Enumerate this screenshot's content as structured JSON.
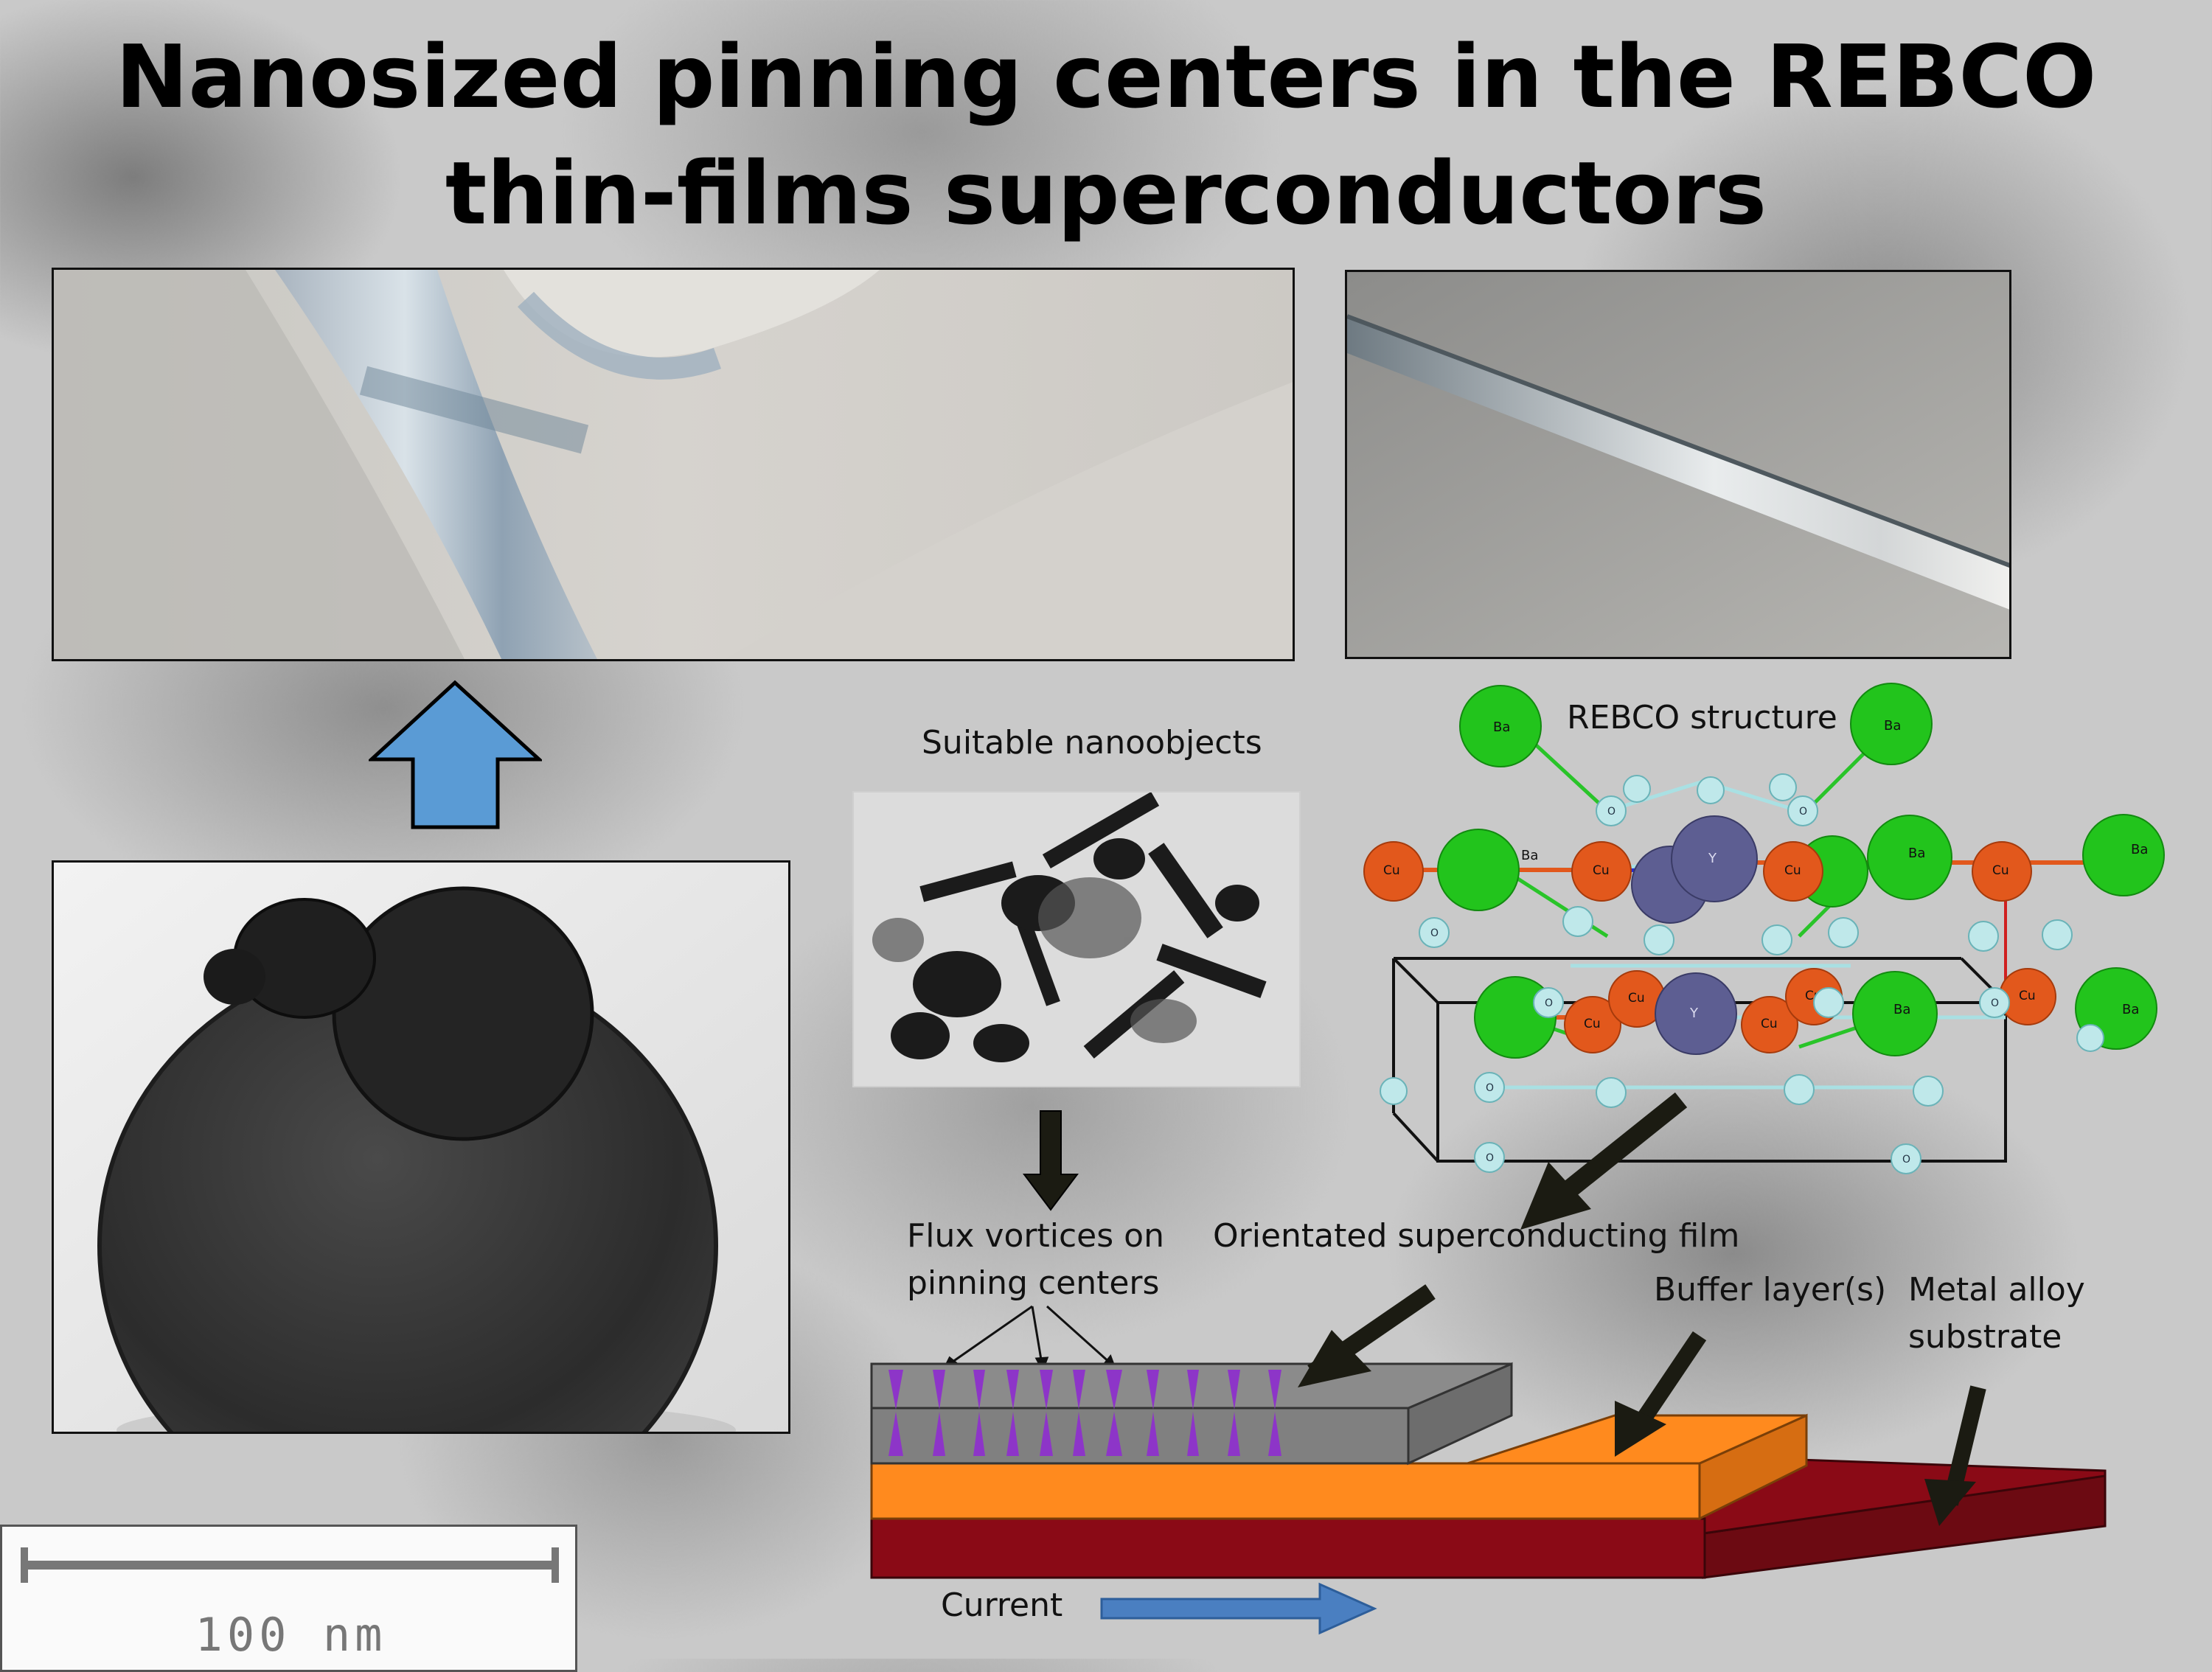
{
  "title": {
    "line1": "Nanosized pinning centers in the REBCO",
    "line2": "thin-films superconductors"
  },
  "labels": {
    "nanoobjects": "Suitable nanoobjects",
    "rebco_structure": "REBCO structure",
    "flux_vortices_line1": "Flux vortices on",
    "flux_vortices_line2": "pinning centers",
    "orientated_film": "Orientated superconducting film",
    "buffer_layers": "Buffer layer(s)",
    "metal_alloy_line1": "Metal alloy",
    "metal_alloy_line2": "substrate",
    "current": "Current",
    "scale_bar": "100 nm"
  },
  "atoms": {
    "ba": "Ba",
    "cu": "Cu",
    "y": "Y",
    "o": "O"
  },
  "colors": {
    "ba_atom": "#22c41c",
    "cu_atom": "#e2581c",
    "y_atom": "#5d5e92",
    "o_atom": "#bfe8ea",
    "film_gray": "#808080",
    "buffer_orange": "#ff8a1e",
    "substrate_red": "#8a0a16",
    "up_arrow_blue": "#5a9bd5",
    "current_arrow_blue": "#4a7fc1",
    "vortex_purple": "#8d35c8"
  }
}
